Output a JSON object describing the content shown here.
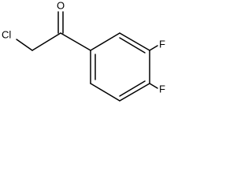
{
  "molecule": {
    "atoms": {
      "chlorine": "Cl",
      "oxygen": "O",
      "fluorine_3": "F",
      "fluorine_4": "F"
    }
  }
}
